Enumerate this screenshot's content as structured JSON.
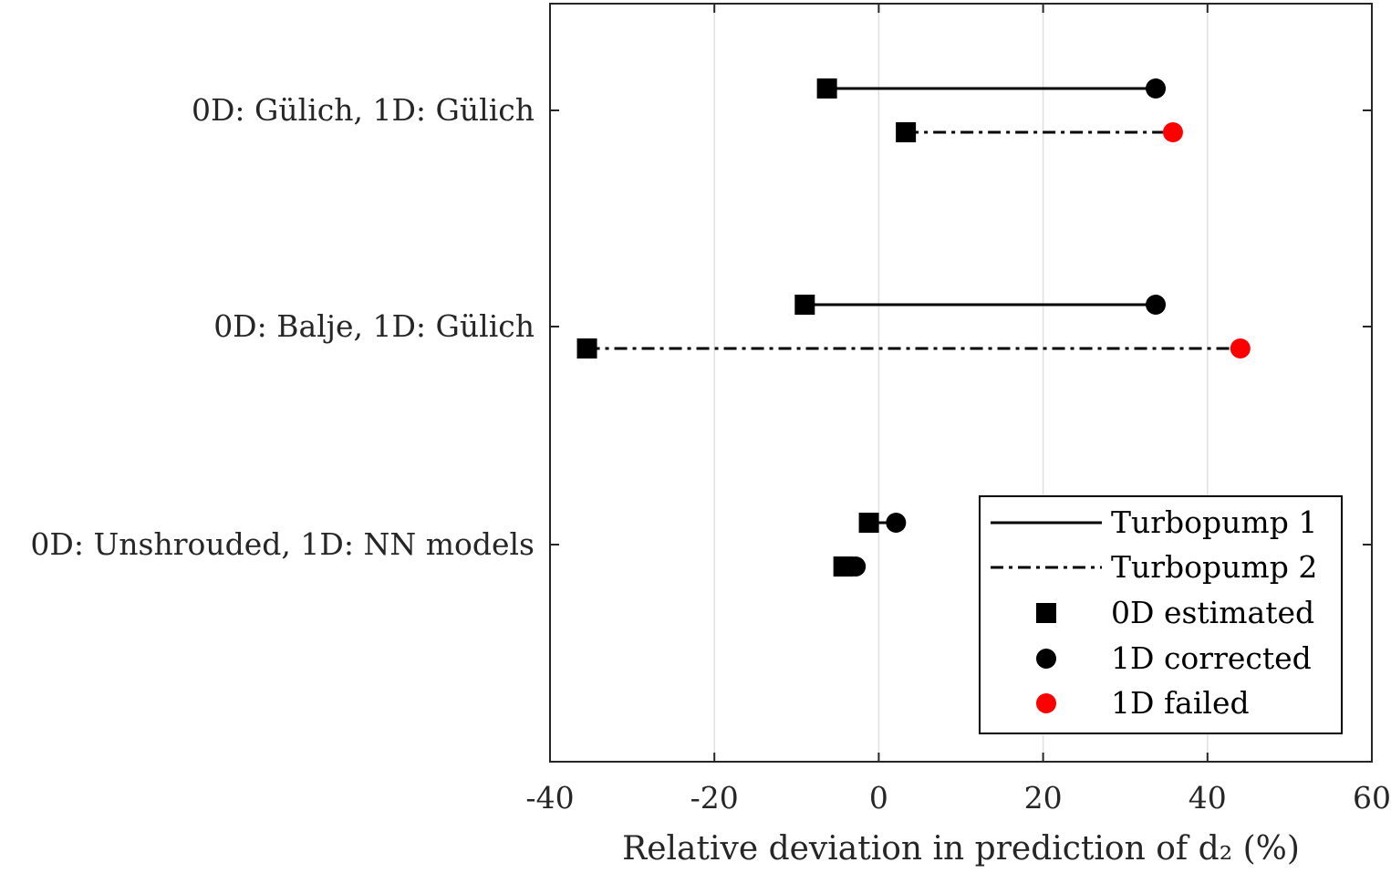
{
  "chart_data": {
    "type": "dumbbell",
    "categories": [
      "0D: Gülich, 1D: Gülich",
      "0D: Balje, 1D: Gülich",
      "0D: Unshrouded, 1D: NN models"
    ],
    "xlabel": "Relative deviation in prediction of d₂ (%)",
    "xlim": [
      -40,
      60
    ],
    "xticks": [
      -40,
      -20,
      0,
      20,
      40,
      60
    ],
    "grid": "x-major",
    "series": [
      {
        "name": "Turbopump 1",
        "line_style": "solid",
        "estimated": [
          -6.3,
          -9.0,
          -1.2
        ],
        "corrected": [
          33.7,
          33.7,
          2.1
        ],
        "corrected_failed": [
          false,
          false,
          false
        ]
      },
      {
        "name": "Turbopump 2",
        "line_style": "dashdot",
        "estimated": [
          3.3,
          -35.5,
          -4.3
        ],
        "corrected": [
          35.8,
          44.0,
          -2.8
        ],
        "corrected_failed": [
          true,
          true,
          false
        ]
      }
    ],
    "legend": {
      "position": "bottom-right",
      "entries": [
        "Turbopump 1",
        "Turbopump 2",
        "0D estimated",
        "1D corrected",
        "1D failed"
      ]
    },
    "colors": {
      "normal": "#000000",
      "failed": "#ff0000",
      "grid": "#e0e0e0",
      "axis": "#262626"
    }
  }
}
